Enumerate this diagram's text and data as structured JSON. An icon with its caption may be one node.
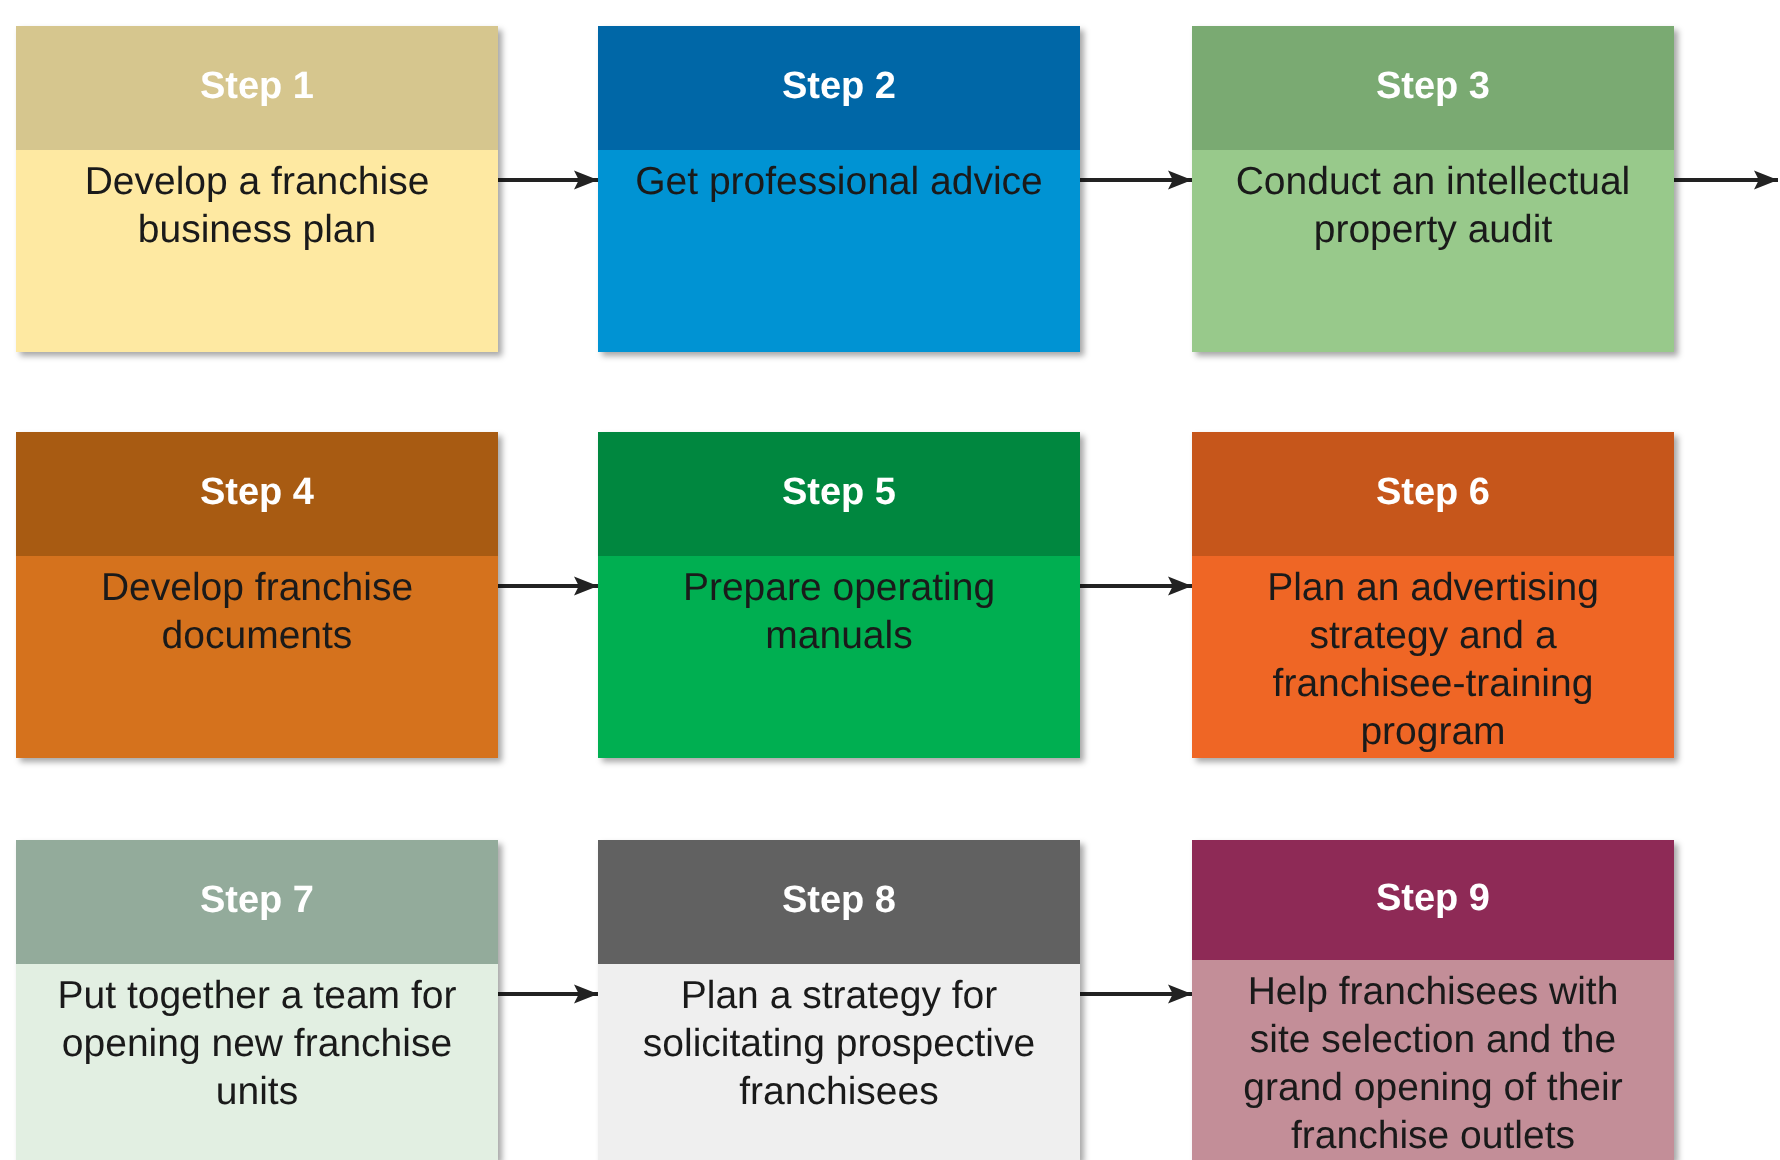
{
  "diagram": {
    "nodes": [
      {
        "text": [
          "Step 1",
          "Develop a franchise business plan"
        ]
      },
      {
        "text": [
          "Step 2",
          "Get professional advice"
        ]
      },
      {
        "text": [
          "Step 3",
          "Conduct an intellectual property audit"
        ]
      },
      {
        "text": [
          "Step 4",
          "Develop franchise documents"
        ]
      },
      {
        "text": [
          "Step 5",
          "Prepare operating manuals"
        ]
      },
      {
        "text": [
          "Step 6",
          "Plan an advertising strategy and a franchisee-training program"
        ]
      },
      {
        "text": [
          "Step 7",
          "Put together a team for opening new franchise units"
        ]
      },
      {
        "text": [
          "Step 8",
          "Plan a strategy for solicitating prospective franchisees"
        ]
      },
      {
        "text": [
          "Step 9",
          "Help franchisees with site selection and the grand opening of their franchise outlets"
        ]
      }
    ],
    "edges": [
      {
        "from": 0,
        "to": 1,
        "arrow": "to"
      },
      {
        "from": 1,
        "to": 2,
        "arrow": "to"
      },
      {
        "from": 2,
        "to": null,
        "arrow": "to"
      },
      {
        "from": 3,
        "to": 4,
        "arrow": "to"
      },
      {
        "from": 4,
        "to": 5,
        "arrow": "to"
      },
      {
        "from": 6,
        "to": 7,
        "arrow": "to"
      },
      {
        "from": 7,
        "to": 8,
        "arrow": "to"
      }
    ]
  }
}
